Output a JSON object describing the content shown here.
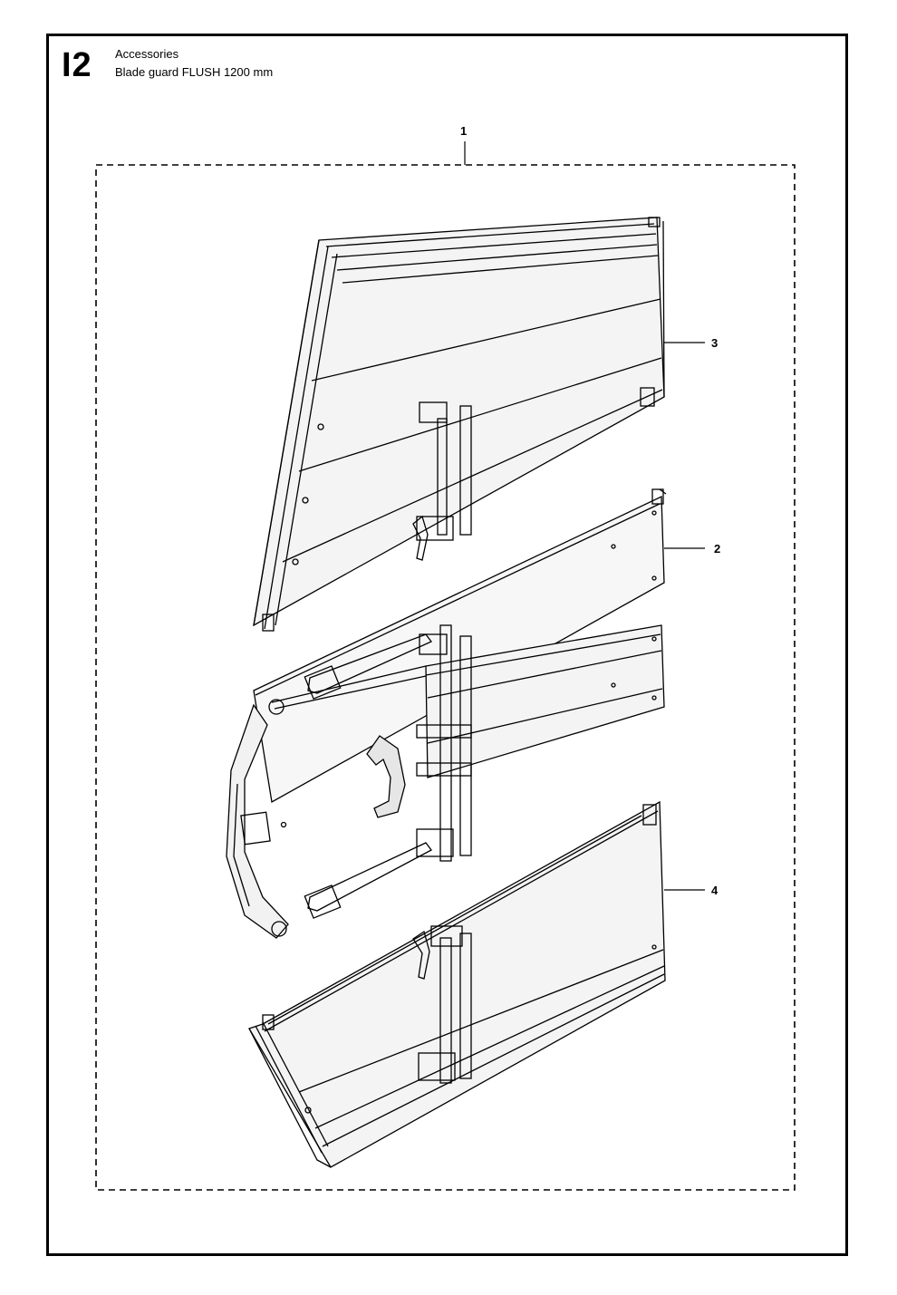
{
  "header": {
    "section_code": "I2",
    "category": "Accessories",
    "title": "Blade guard FLUSH 1200 mm"
  },
  "callouts": [
    {
      "number": "1",
      "part": "assembly"
    },
    {
      "number": "3",
      "part": "top-cover"
    },
    {
      "number": "2",
      "part": "inner-plate"
    },
    {
      "number": "4",
      "part": "bottom-cover"
    }
  ],
  "colors": {
    "line": "#000000",
    "background": "#ffffff",
    "panel_shade": "#f4f4f4"
  }
}
